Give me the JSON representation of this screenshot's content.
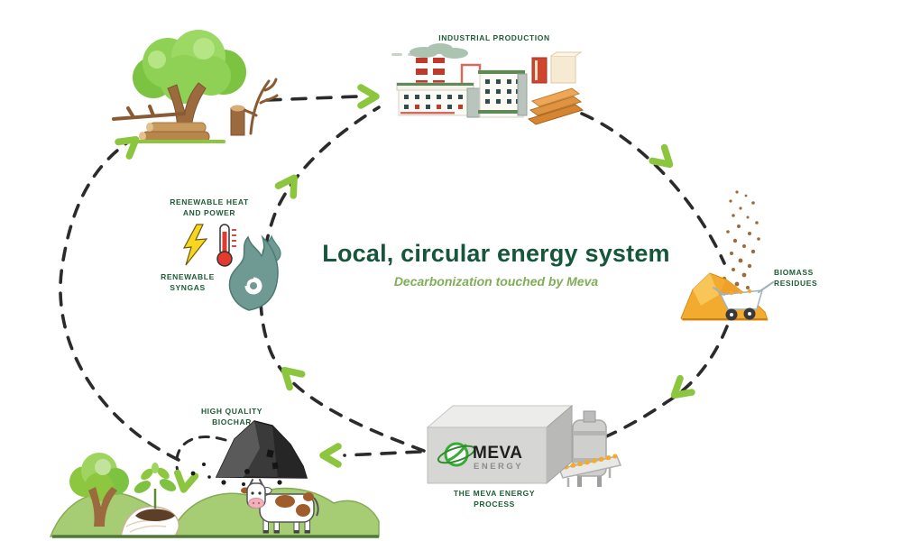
{
  "title": {
    "heading": "Local, circular energy system",
    "subtitle": "Decarbonization touched by Meva"
  },
  "labels": {
    "industrial_production": "INDUSTRIAL PRODUCTION",
    "biomass_residues": "BIOMASS\nRESIDUES",
    "meva_process": "THE MEVA ENERGY\nPROCESS",
    "biochar": "HIGH QUALITY\nBIOCHAR",
    "renewable_heat": "RENEWABLE HEAT\nAND POWER",
    "renewable_syngas": "RENEWABLE\nSYNGAS"
  },
  "logo": {
    "brand": "MEVA",
    "sub": "ENERGY"
  },
  "icons": {
    "lightning": "lightning-bolt-icon",
    "thermometer": "thermometer-icon",
    "flame": "syngas-flame-icon",
    "droplet": "droplet-icon"
  },
  "colors": {
    "title_green": "#16563a",
    "subtitle_green": "#7fae57",
    "label_green": "#1d5c36",
    "arrow_green": "#8cc63e",
    "dash_dark": "#2b2b2b",
    "biomass_yellow": "#f2ab2f",
    "flame_teal": "#6f9a94",
    "logo_green": "#3aaa35"
  }
}
